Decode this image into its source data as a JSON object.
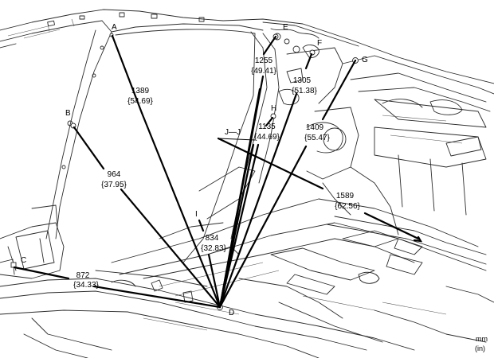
{
  "points": {
    "A": "A",
    "B": "B",
    "C": "C",
    "D": "D",
    "E": "E",
    "F": "F",
    "G": "G",
    "H": "H",
    "I": "I",
    "J": "J—J"
  },
  "dimensions": {
    "A_D": {
      "mm": "1389",
      "in": "{54.69}"
    },
    "B_D": {
      "mm": "964",
      "in": "{37.95}"
    },
    "C_D": {
      "mm": "872",
      "in": "{34.33}"
    },
    "E_D": {
      "mm": "1255",
      "in": "{49.41}"
    },
    "F_D": {
      "mm": "1305",
      "in": "{51.38}"
    },
    "G_D": {
      "mm": "1409",
      "in": "{55.47}"
    },
    "H_D": {
      "mm": "1135",
      "in": "{44.69}"
    },
    "I_D": {
      "mm": "834",
      "in": "{32.83}"
    },
    "J_J": {
      "mm": "1589",
      "in": "{62.56}"
    }
  },
  "units": {
    "mm": "mm",
    "in": "(in)"
  }
}
